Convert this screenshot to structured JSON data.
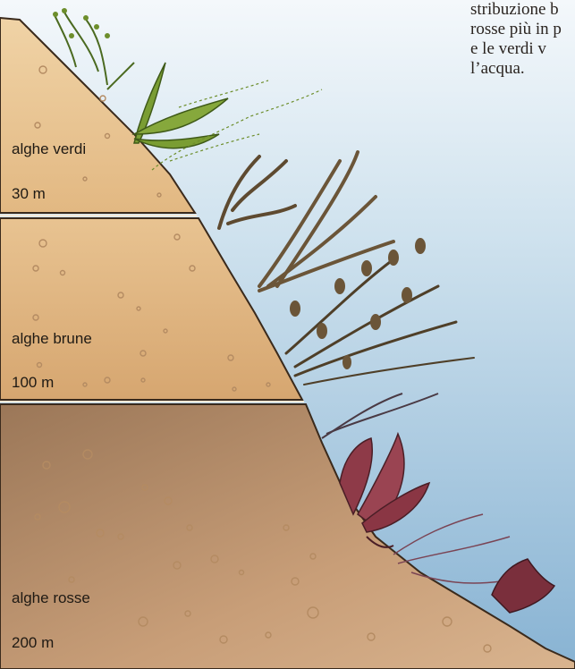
{
  "caption": {
    "lines": [
      "stribuzione b",
      "rosse più in p",
      "e le verdi v",
      "l’acqua."
    ]
  },
  "zones": [
    {
      "name": "alghe verdi",
      "depth": "30 m"
    },
    {
      "name": "alghe brune",
      "depth": "100 m"
    },
    {
      "name": "alghe rosse",
      "depth": "200 m"
    }
  ],
  "colors": {
    "water_top": "#f2f7fa",
    "water_bottom": "#8fb8d6",
    "sand_light": "#e6c08a",
    "sand_mid": "#d8ad78",
    "sand_dark": "#9a7656",
    "green_algae": "#6d8e2c",
    "brown_algae": "#5e4a30",
    "red_algae": "#7a2f3c"
  },
  "icons": [
    "green-algae-icon",
    "brown-algae-icon",
    "red-algae-icon"
  ]
}
